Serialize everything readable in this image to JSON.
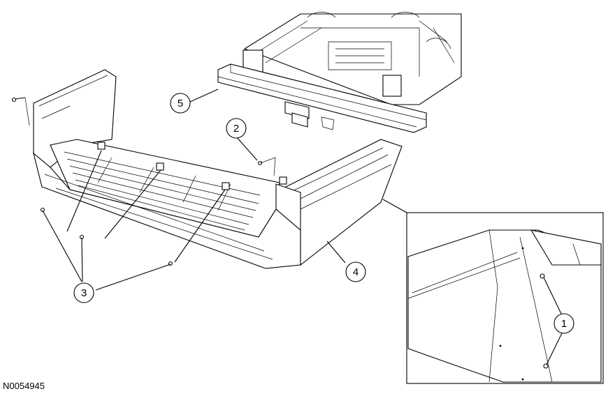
{
  "figure_id": "N0054945",
  "callouts": [
    {
      "id": "c1",
      "label": "1"
    },
    {
      "id": "c2",
      "label": "2"
    },
    {
      "id": "c3",
      "label": "3"
    },
    {
      "id": "c4",
      "label": "4"
    },
    {
      "id": "c5",
      "label": "5"
    }
  ]
}
